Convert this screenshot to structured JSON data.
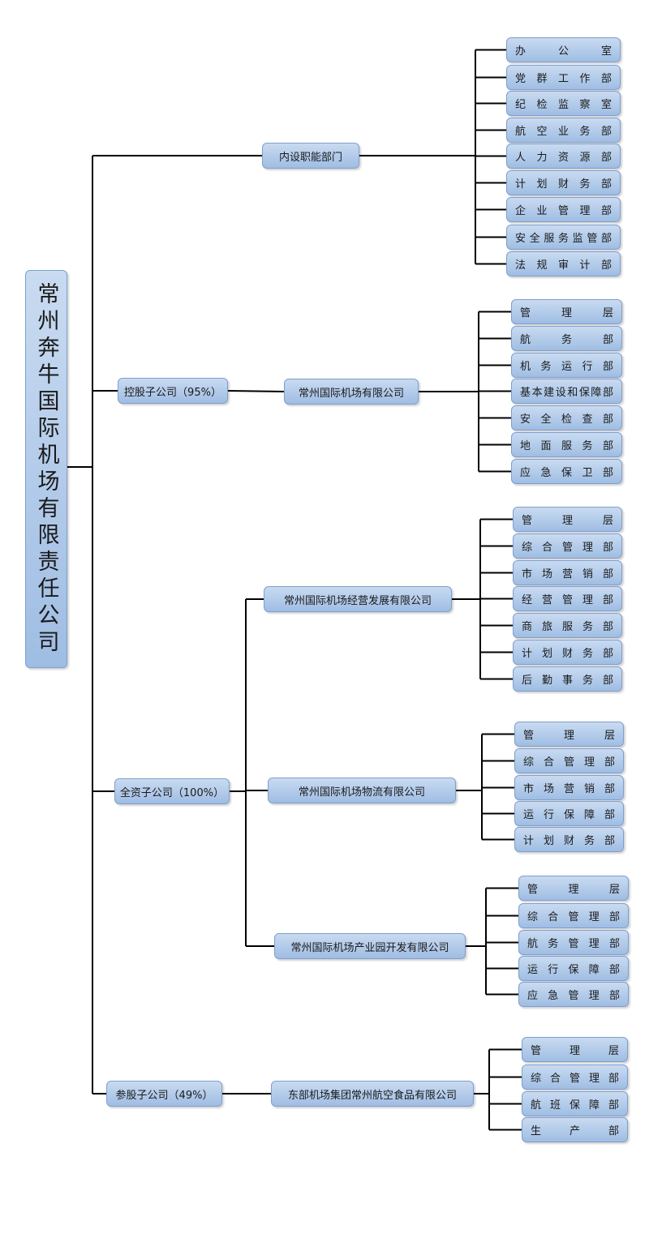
{
  "root": "常州奔牛国际机场有限责任公司",
  "branches": [
    {
      "label": "内设职能部门",
      "companies": [
        {
          "label": null,
          "departments": [
            "办　公　室",
            "党群工作部",
            "纪检监察室",
            "航空业务部",
            "人力资源部",
            "计划财务部",
            "企业管理部",
            "安全服务监管部",
            "法规审计部"
          ]
        }
      ]
    },
    {
      "label": "控股子公司（95%）",
      "companies": [
        {
          "label": "常州国际机场有限公司",
          "departments": [
            "管　理　层",
            "航　务　部",
            "机务运行部",
            "基本建设和保障部",
            "安全检查部",
            "地面服务部",
            "应急保卫部"
          ]
        }
      ]
    },
    {
      "label": "全资子公司（100%）",
      "companies": [
        {
          "label": "常州国际机场经营发展有限公司",
          "departments": [
            "管　理　层",
            "综合管理部",
            "市场营销部",
            "经营管理部",
            "商旅服务部",
            "计划财务部",
            "后勤事务部"
          ]
        },
        {
          "label": "常州国际机场物流有限公司",
          "departments": [
            "管　理　层",
            "综合管理部",
            "市场营销部",
            "运行保障部",
            "计划财务部"
          ]
        },
        {
          "label": "常州国际机场产业园开发有限公司",
          "departments": [
            "管　理　层",
            "综合管理部",
            "航务管理部",
            "运行保障部",
            "应急管理部"
          ]
        }
      ]
    },
    {
      "label": "参股子公司（49%）",
      "companies": [
        {
          "label": "东部机场集团常州航空食品有限公司",
          "departments": [
            "管　理　层",
            "综合管理部",
            "航班保障部",
            "生　产　部"
          ]
        }
      ]
    }
  ]
}
